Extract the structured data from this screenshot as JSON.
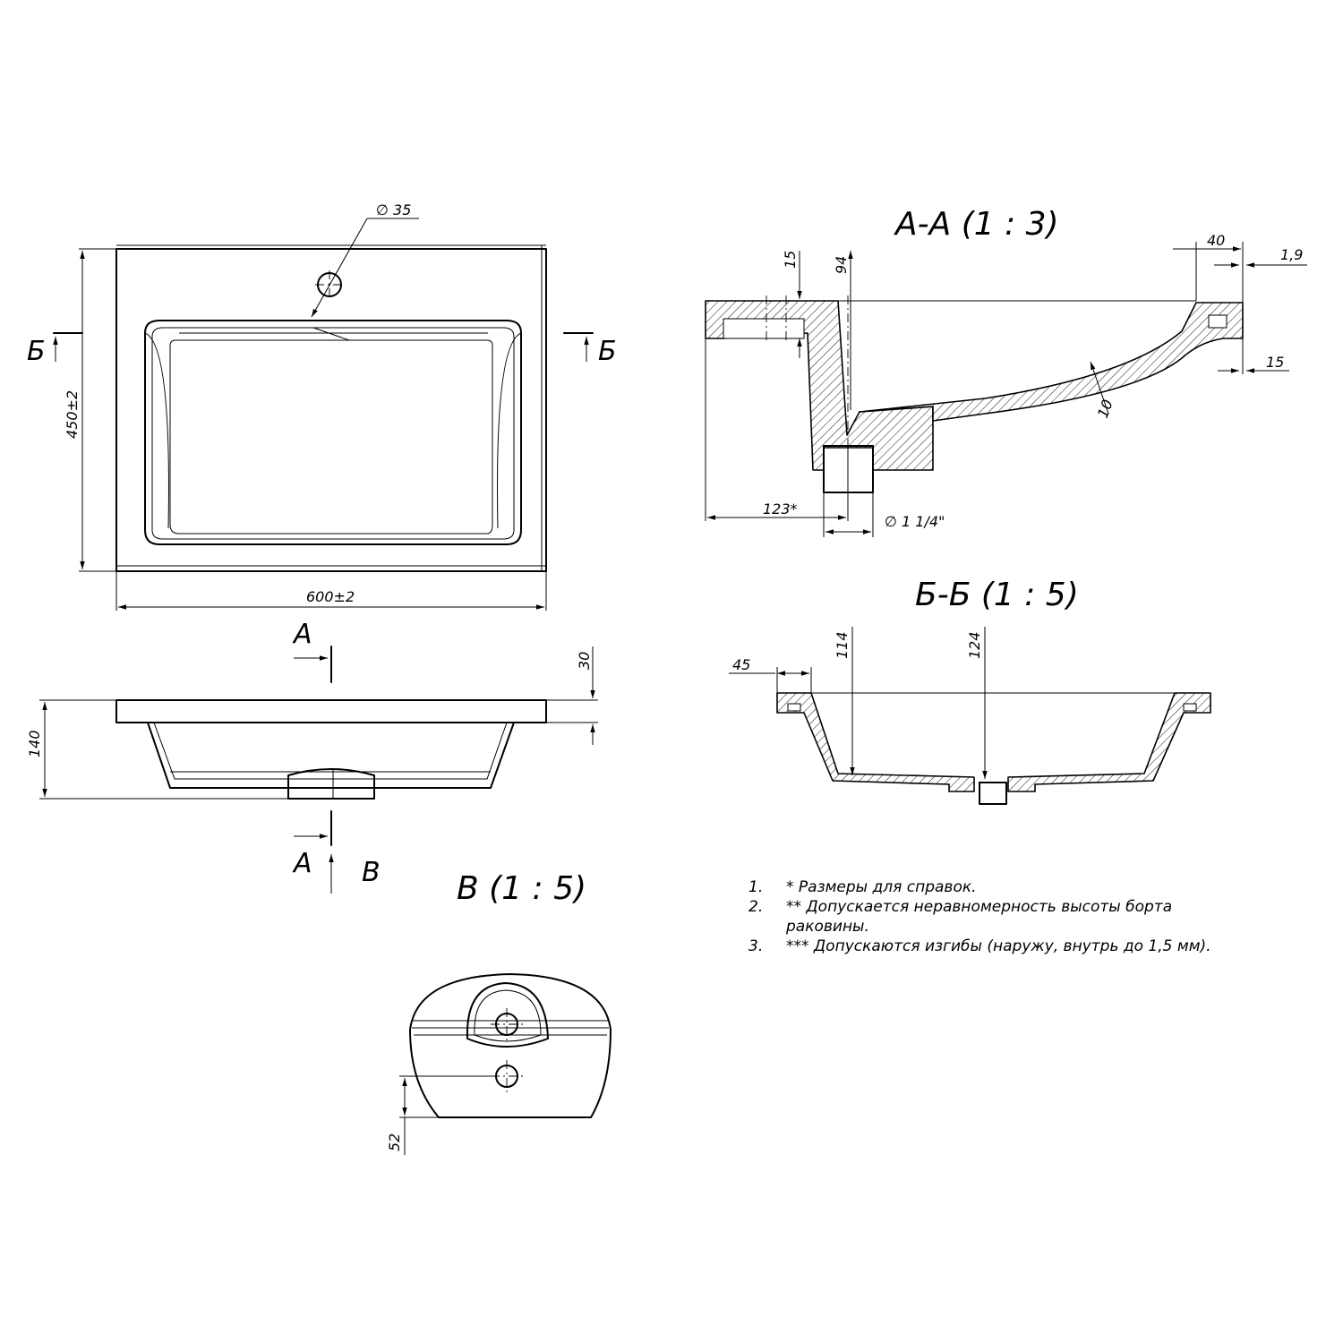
{
  "plan_view": {
    "dim_hole": "∅ 35",
    "dim_depth": "450±2",
    "dim_width": "600±2",
    "section_left": "Б",
    "section_right": "Б"
  },
  "front_view": {
    "section_top": "А",
    "section_bottom": "А",
    "view_letter": "В",
    "dim_lip": "30",
    "dim_height": "140"
  },
  "section_aa": {
    "title": "А-А (1 : 3)",
    "dim_15_top": "15",
    "dim_94": "94",
    "dim_40": "40",
    "dim_1_9": "1,9",
    "dim_15_right": "15",
    "dim_10": "10",
    "dim_123": "123*",
    "dim_drain": "∅ 1 1/4\""
  },
  "section_bb": {
    "title": "Б-Б (1 : 5)",
    "dim_45": "45",
    "dim_114": "114",
    "dim_124": "124"
  },
  "detail_v": {
    "title": "В (1 : 5)",
    "dim_52": "52"
  },
  "notes": [
    {
      "num": "1.",
      "text": "* Размеры для справок."
    },
    {
      "num": "2.",
      "text": "** Допускается неравномерность высоты борта"
    },
    {
      "num": "",
      "text": "раковины."
    },
    {
      "num": "3.",
      "text": "*** Допускаются изгибы (наружу, внутрь до 1,5 мм)."
    }
  ]
}
